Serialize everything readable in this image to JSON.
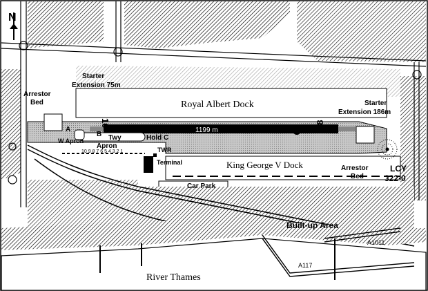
{
  "map": {
    "north_label": "N",
    "labels": {
      "royal_albert_dock": "Royal Albert Dock",
      "king_george_v_dock": "King George V Dock",
      "river_thames": "River Thames",
      "built_up_area": "Built-up Area",
      "car_park": "Car Park",
      "terminal": "Terminal",
      "twr": "TWR",
      "hold_c": "Hold C",
      "twy": "Twy",
      "apron": "Apron",
      "w_apron": "W Apron",
      "stand_a": "A",
      "stand_b": "B",
      "runway_length": "1199 m",
      "runway_10": "10",
      "runway_28": "28",
      "starter_ext_west_1": "Starter",
      "starter_ext_west_2": "Extension 75m",
      "starter_ext_east_1": "Starter",
      "starter_ext_east_2": "Extension 186m",
      "arrestor_west_1": "Arrestor",
      "arrestor_west_2": "Bed",
      "arrestor_east_1": "Arrestor",
      "arrestor_east_2": "Bed",
      "lcy_1": "LCY",
      "lcy_2": "322·0",
      "road_a1011": "A1011",
      "road_a117": "A117",
      "stand_numbers": "10 9 8 7 6 5 4 3 2 1"
    }
  }
}
